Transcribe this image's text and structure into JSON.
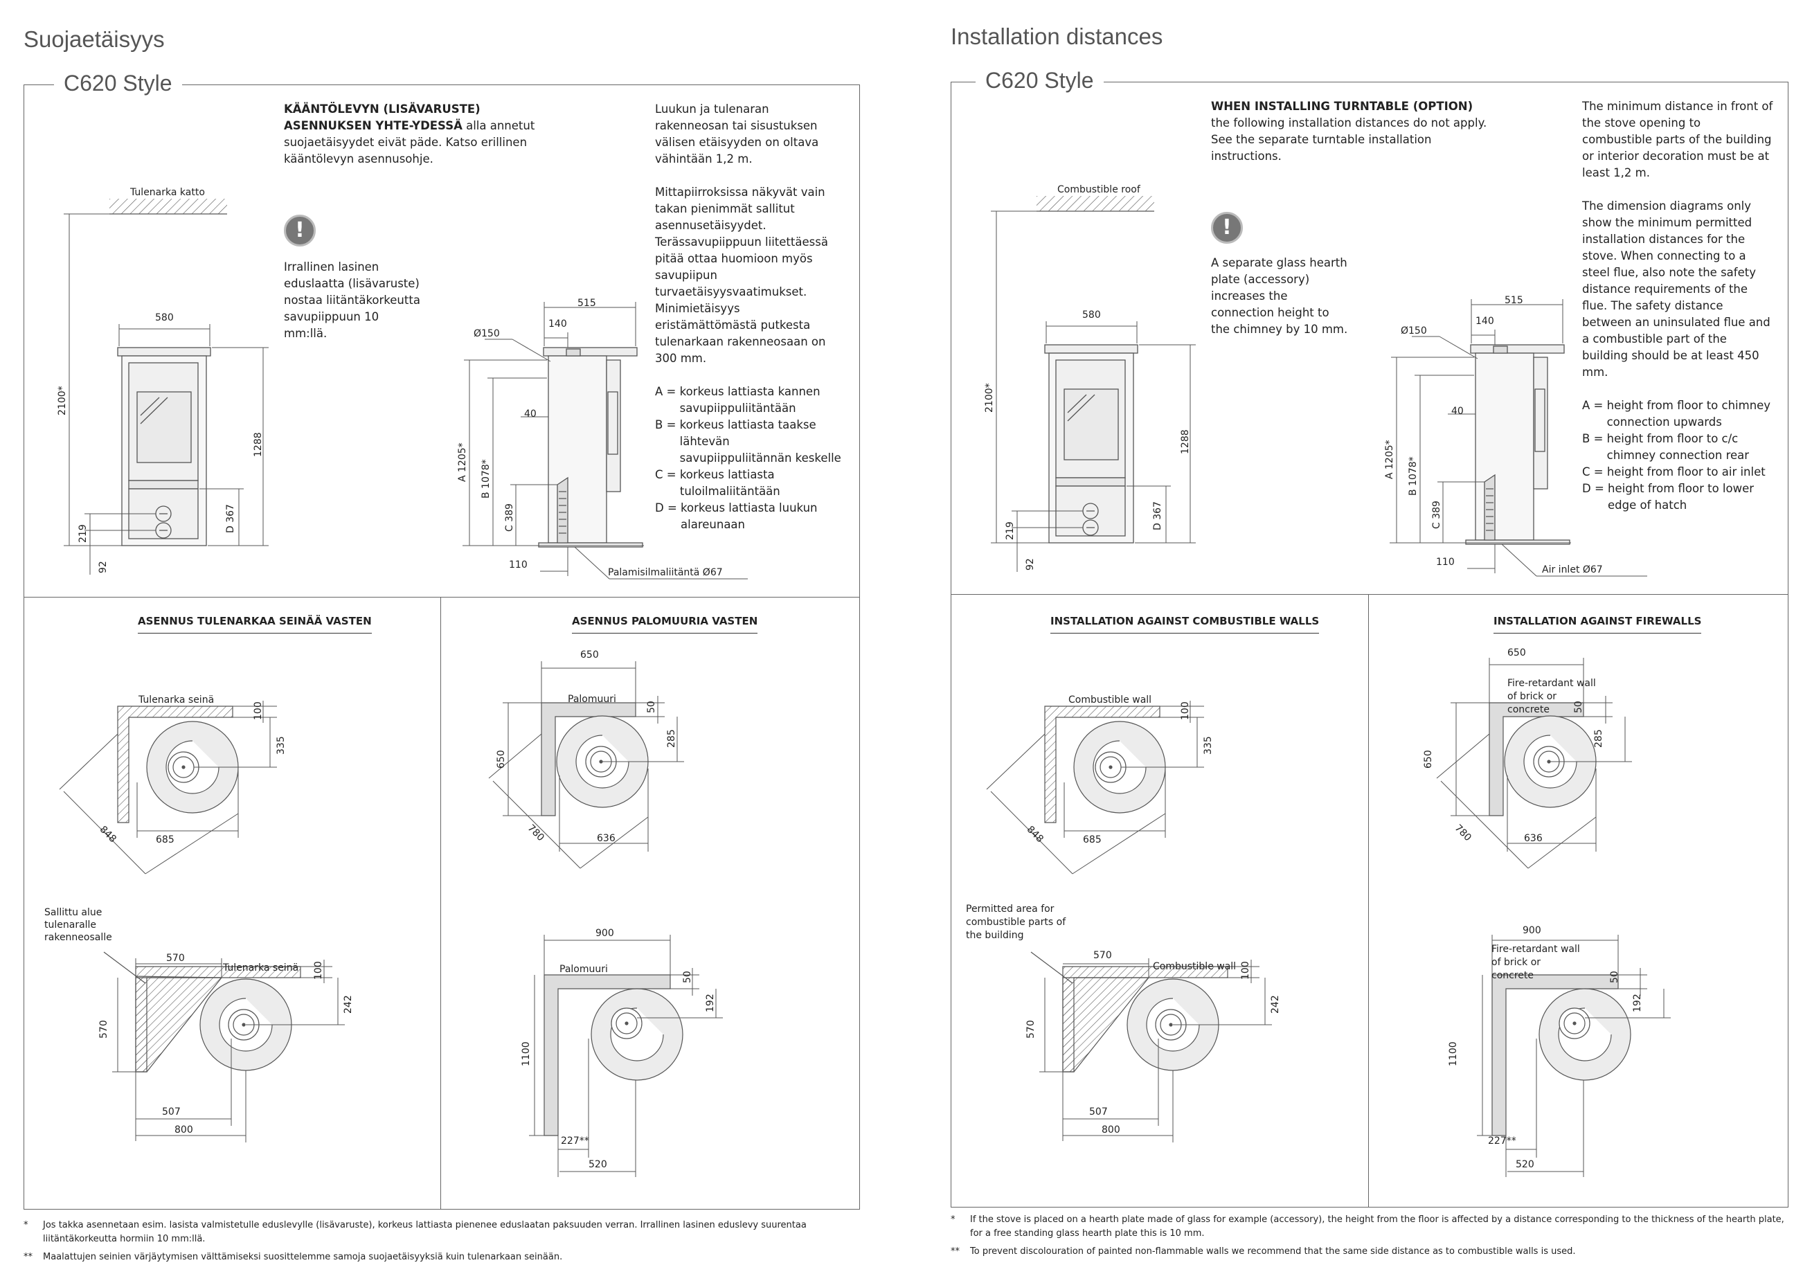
{
  "left": {
    "page_title": "Suojaetäisyys",
    "model_title": "C620 Style",
    "turntable_bold": "KÄÄNTÖLEVYN (LISÄVARUSTE) ASENNUKSEN YHTE-YDESSÄ",
    "turntable_rest": " alla annetut suojaetäisyydet eivät päde. Katso erillinen kääntölevyn asennusohje.",
    "front_text": "Luukun ja tulenaran rakenneosan tai sisustuksen välisen etäisyyden on oltava vähintään 1,2 m.",
    "diagram_text": "Mittapiirroksissa näkyvät vain takan pienimmät sallitut asennusetäisyydet. Terässavupiippuun liitettäessä pitää ottaa huomioon myös savupiipun turvaetäisyysvaatimukset. Minimietäisyys eristämättömästä putkesta tulenarkaan rakenneosaan on 300 mm.",
    "legend": [
      {
        "key": "A =",
        "text": "korkeus lattiasta kannen savupiippuliitäntään"
      },
      {
        "key": "B =",
        "text": "korkeus lattiasta taakse lähtevän savupiippuliitännän keskelle"
      },
      {
        "key": "C =",
        "text": "korkeus lattiasta tuloilmaliitäntään"
      },
      {
        "key": "D =",
        "text": "korkeus lattiasta luukun alareunaan"
      }
    ],
    "glass_note": "Irrallinen lasinen eduslaatta (lisävaruste) nostaa liitäntäkorkeutta savupiippuun 10 mm:llä.",
    "roof_label": "Tulenarka katto",
    "air_label": "Palamisilmaliitäntä Ø67",
    "section_combustible": "ASENNUS TULENARKAA SEINÄÄ VASTEN",
    "section_firewall": "ASENNUS PALOMUURIA VASTEN",
    "wall_label": "Tulenarka seinä",
    "firewall_label": "Palomuuri",
    "permitted_label": "Sallittu alue tulenaralle rakenneosalle",
    "footnotes": [
      {
        "mark": "*",
        "text": "Jos takka asennetaan esim. lasista valmistetulle eduslevylle (lisävaruste), korkeus lattiasta pienenee eduslaatan paksuuden verran. Irrallinen lasinen eduslevy suurentaa liitäntäkorkeutta hormiin 10 mm:llä."
      },
      {
        "mark": "**",
        "text": "Maalattujen seinien värjäytymisen välttämiseksi suosittelemme samoja suojaetäisyyksiä kuin tulenarkaan seinään."
      }
    ]
  },
  "right": {
    "page_title": "Installation distances",
    "model_title": "C620 Style",
    "turntable_bold": "WHEN INSTALLING TURNTABLE (OPTION)",
    "turntable_rest": " the following installation distances do not apply. See the separate turntable installation instructions.",
    "front_text": "The minimum distance in front of the stove opening to combustible parts of the building or interior decoration must be at least 1,2 m.",
    "diagram_text": "The dimension diagrams only show the minimum permitted installation distances for the stove. When connecting to a steel flue, also note the safety distance requirements of the flue. The safety distance between an uninsulated flue and a combustible part of the building should be at least 450 mm.",
    "legend": [
      {
        "key": "A =",
        "text": "height from floor to chimney connection upwards"
      },
      {
        "key": "B =",
        "text": "height from floor to c/c chimney connection rear"
      },
      {
        "key": "C =",
        "text": "height from floor to air inlet"
      },
      {
        "key": "D =",
        "text": "height from floor to lower edge of hatch"
      }
    ],
    "glass_note": "A separate glass hearth plate (accessory) increases the connection height to the chimney by 10 mm.",
    "roof_label": "Combustible roof",
    "air_label": "Air inlet Ø67",
    "section_combustible": "INSTALLATION AGAINST COMBUSTIBLE WALLS",
    "section_firewall": "INSTALLATION AGAINST FIREWALLS",
    "wall_label": "Combustible wall",
    "firewall_label": "Fire-retardant wall of brick or concrete",
    "permitted_label": "Permitted area for combustible parts of the building",
    "footnotes": [
      {
        "mark": "*",
        "text": "If the stove is placed on a hearth plate made of glass for example (accessory), the height from the floor is affected by a distance corresponding to the thickness of the hearth plate, for a free standing glass hearth plate this is 10 mm."
      },
      {
        "mark": "**",
        "text": "To prevent discolouration of painted non-flammable walls we recommend that the same side distance as to combustible walls is used."
      }
    ]
  },
  "dims": {
    "height_2100": "2100*",
    "width_580": "580",
    "height_1288": "1288",
    "d_219": "219",
    "d_92": "92",
    "d_367": "D 367",
    "depth_515": "515",
    "d_140": "140",
    "flue": "Ø150",
    "d_40": "40",
    "a_1205": "A 1205*",
    "b_1078": "B 1078*",
    "c_389": "C 389",
    "d_110": "110",
    "d_100": "100",
    "d_335": "335",
    "d_848": "848",
    "d_685": "685",
    "d_650": "650",
    "d_50": "50",
    "d_285": "285",
    "d_780": "780",
    "d_636": "636",
    "d_570": "570",
    "d_242": "242",
    "d_507": "507",
    "d_800": "800",
    "d_900": "900",
    "d_192": "192",
    "d_1100": "1100",
    "d_227": "227**",
    "d_520": "520"
  }
}
